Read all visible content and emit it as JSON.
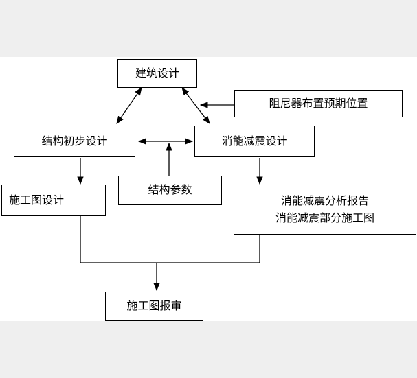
{
  "nodes": {
    "architecture_design": "建筑设计",
    "damper_layout": "阻尼器布置预期位置",
    "structure_prelim": "结构初步设计",
    "energy_dissipation_design": "消能减震设计",
    "structure_params": "结构参数",
    "construction_drawing_design": "施工图设计",
    "analysis_report_line1": "消能减震分析报告",
    "analysis_report_line2": "消能减震部分施工图",
    "drawing_review": "施工图报审"
  }
}
